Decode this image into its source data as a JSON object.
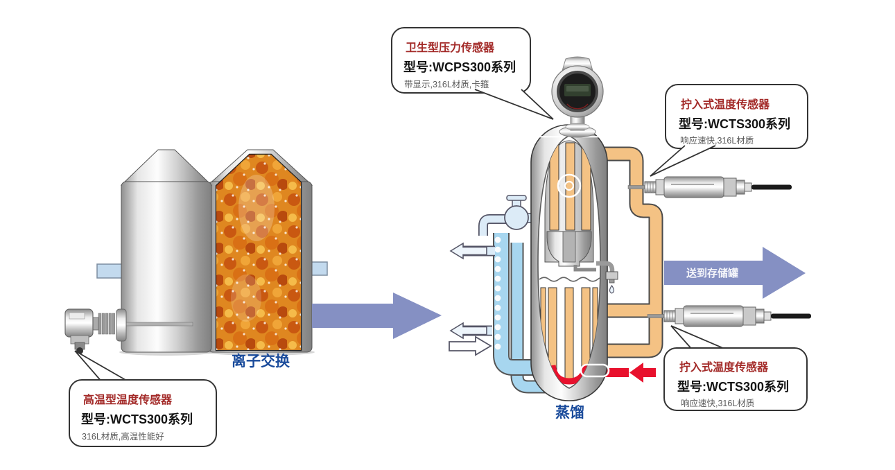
{
  "diagram": {
    "stage1_label": "离子交换",
    "stage2_label": "蒸馏",
    "flow_arrow_label": "送到存储罐"
  },
  "callouts": {
    "pressure_sensor": {
      "title": "卫生型压力传感器",
      "model": "型号:WCPS300系列",
      "desc": "带显示,316L材质,卡箍"
    },
    "screwin_temp_top": {
      "title": "拧入式温度传感器",
      "model": "型号:WCTS300系列",
      "desc": "响应速快,316L材质"
    },
    "screwin_temp_bottom": {
      "title": "拧入式温度传感器",
      "model": "型号:WCTS300系列",
      "desc": "响应速快,316L材质"
    },
    "hightemp_sensor": {
      "title": "高温型温度传感器",
      "model": "型号:WCTS300系列",
      "desc": "316L材质,高温性能好"
    }
  },
  "colors": {
    "callout_title_red": "#a32a28",
    "label_blue": "#1a4b9b",
    "flow_arrow_blue": "#8590c3",
    "pipe_orange": "#f4c284",
    "pipe_coolant_blue": "#a7d6ef",
    "heater_red": "#e8112d"
  }
}
